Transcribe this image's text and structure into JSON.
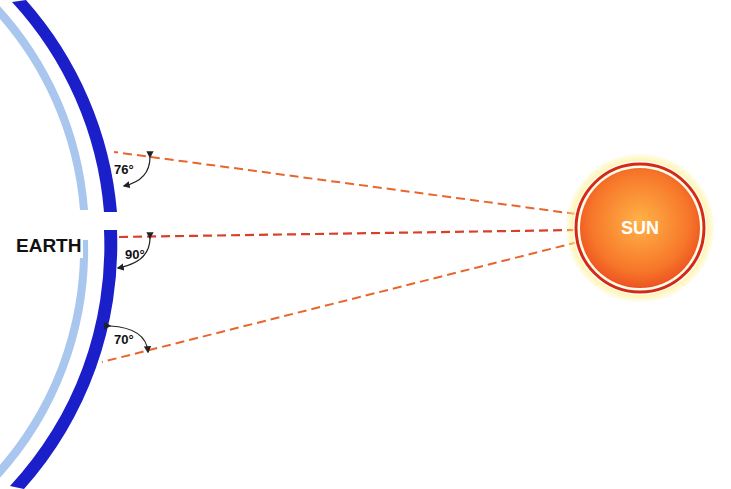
{
  "diagram": {
    "nodes": [
      {
        "text": [
          "SUN"
        ]
      }
    ],
    "labels": [
      "EARTH",
      "76°",
      "90°",
      "70°"
    ]
  }
}
